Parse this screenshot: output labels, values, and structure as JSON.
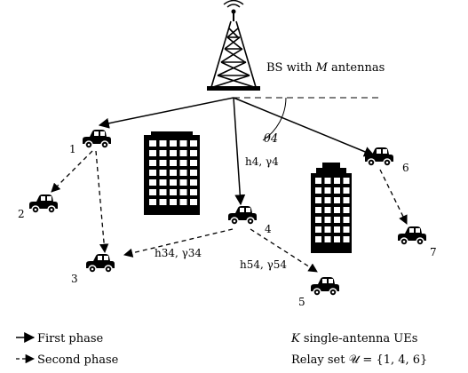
{
  "base_station": {
    "label_prefix": "BS with ",
    "label_var": "M",
    "label_suffix": " antennas"
  },
  "angle_label": "θ4",
  "users": [
    {
      "id": "1"
    },
    {
      "id": "2"
    },
    {
      "id": "3"
    },
    {
      "id": "4"
    },
    {
      "id": "5"
    },
    {
      "id": "6"
    },
    {
      "id": "7"
    }
  ],
  "channel_labels": {
    "direct_4": "h4, γ4",
    "link_34": "h34, γ34",
    "link_54": "h54, γ54"
  },
  "legend": {
    "first_phase": "First phase",
    "second_phase": "Second phase",
    "ue_prefix": "K",
    "ue_suffix": " single-antenna UEs",
    "relay_set": "Relay set 𝒰 = {1, 4, 6}"
  },
  "colors": {
    "ink": "#000000",
    "background": "#ffffff"
  }
}
